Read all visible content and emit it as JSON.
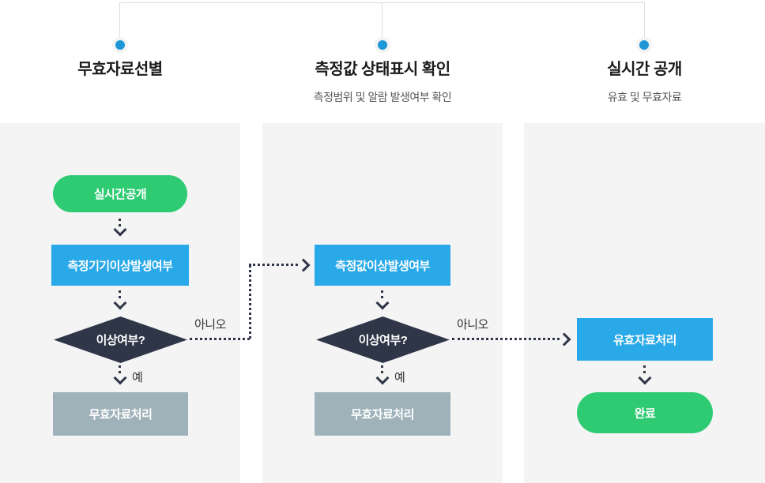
{
  "header": {
    "steps": [
      {
        "title": "무효자료선별",
        "subtitle": ""
      },
      {
        "title": "측정값 상태표시 확인",
        "subtitle": "측정범위 및 알람 발생여부 확인"
      },
      {
        "title": "실시간 공개",
        "subtitle": "유효 및 무효자료"
      }
    ]
  },
  "flow": {
    "col1": {
      "start": "실시간공개",
      "check": "측정기기이상발생여부",
      "decision": "이상여부?",
      "no_label": "아니오",
      "yes_label": "예",
      "invalid": "무효자료처리"
    },
    "col2": {
      "check": "측정값이상발생여부",
      "decision": "이상여부?",
      "no_label": "아니오",
      "yes_label": "예",
      "invalid": "무효자료처리"
    },
    "col3": {
      "valid": "유효자료처리",
      "done": "완료"
    }
  },
  "colors": {
    "accent_blue": "#29a9e8",
    "green": "#2ecb72",
    "navy": "#2f3647",
    "slate_gray": "#9fb2ba",
    "dot_blue": "#1d97d6",
    "panel_bg": "#f4f4f5",
    "connector_gray": "#dcdcdc",
    "title_text": "#1b1b1b",
    "subtitle_text": "#565656",
    "label_text": "#333333"
  }
}
